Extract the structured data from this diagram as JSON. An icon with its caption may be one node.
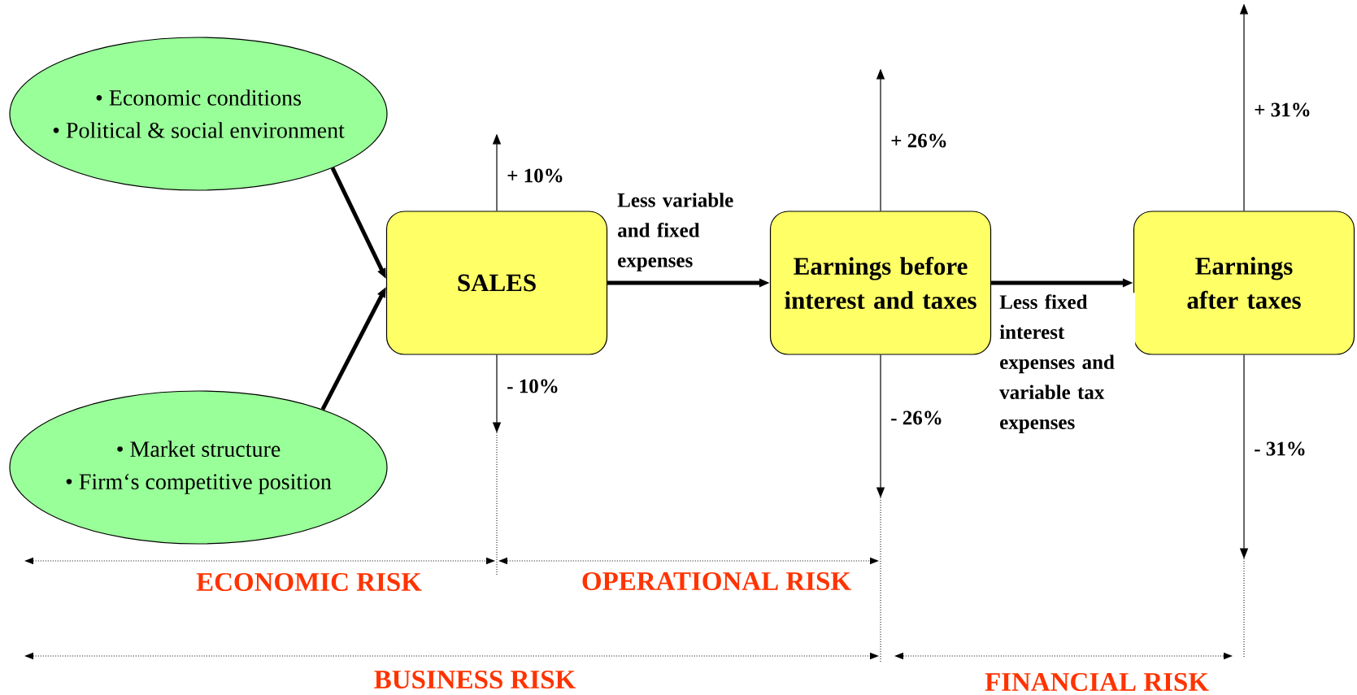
{
  "diagram": {
    "nodes": [
      {
        "text": [
          "• Economic conditions",
          "• Political & social environment"
        ]
      },
      {
        "text": [
          "• Market structure",
          "• Firm‘s competitive position"
        ]
      },
      {
        "text": [
          "SALES"
        ]
      },
      {
        "text": [
          "Earnings before interest and taxes"
        ]
      },
      {
        "text": [
          "Earnings after taxes"
        ]
      }
    ],
    "edges": [
      {
        "from": 0,
        "to": 2,
        "arrow": "to",
        "style": "thick"
      },
      {
        "from": 1,
        "to": 2,
        "arrow": "to",
        "style": "thick"
      },
      {
        "from": 2,
        "to": 3,
        "arrow": "to",
        "style": "thick",
        "label": "Less variable and fixed expenses"
      },
      {
        "from": 3,
        "to": 4,
        "arrow": "to",
        "style": "thick",
        "label": "Less fixed interest expenses and variable tax expenses"
      },
      {
        "from": 2,
        "to": null,
        "arrow": "to",
        "label": "+ 10%"
      },
      {
        "from": 2,
        "to": null,
        "arrow": "to",
        "label": "- 10%"
      },
      {
        "from": 3,
        "to": null,
        "arrow": "to",
        "label": "+ 26%"
      },
      {
        "from": 3,
        "to": null,
        "arrow": "to",
        "label": "- 26%"
      },
      {
        "from": 4,
        "to": null,
        "arrow": "to",
        "label": "+ 31%"
      },
      {
        "from": 4,
        "to": null,
        "arrow": "to",
        "label": "- 31%"
      }
    ],
    "labels": [
      "ECONOMIC RISK",
      "OPERATIONAL RISK",
      "BUSINESS RISK",
      "FINANCIAL RISK"
    ]
  }
}
